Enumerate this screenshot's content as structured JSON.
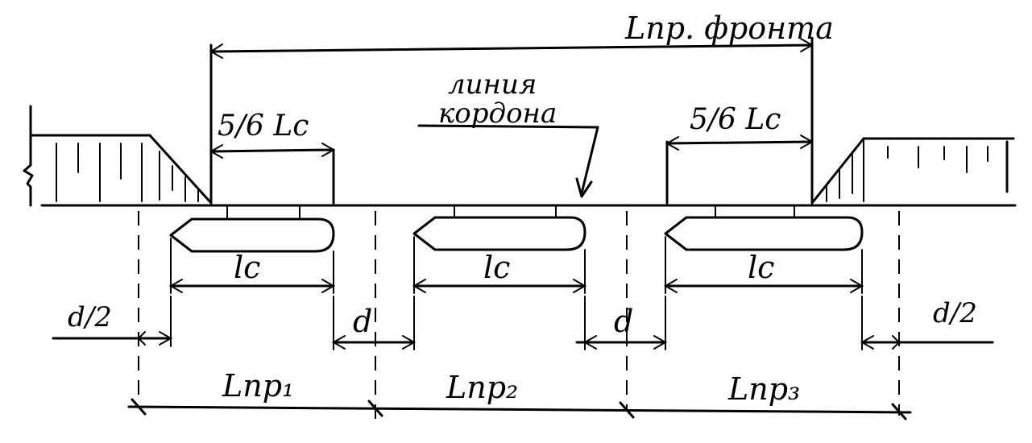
{
  "labels": {
    "front_length": "Lпр. фронта",
    "curb_line": [
      "линия",
      "кордона"
    ],
    "five_sixth_left": "5/6 Lc",
    "five_sixth_right": "5/6 Lc",
    "vessel_1": "lc",
    "vessel_2": "lc",
    "vessel_3": "lc",
    "half_gap_left": "d/2",
    "gap_1": "d",
    "gap_2": "d",
    "half_gap_right": "d/2",
    "berth_1": "Lпр₁",
    "berth_2": "Lпр₂",
    "berth_3": "Lпр₃"
  }
}
